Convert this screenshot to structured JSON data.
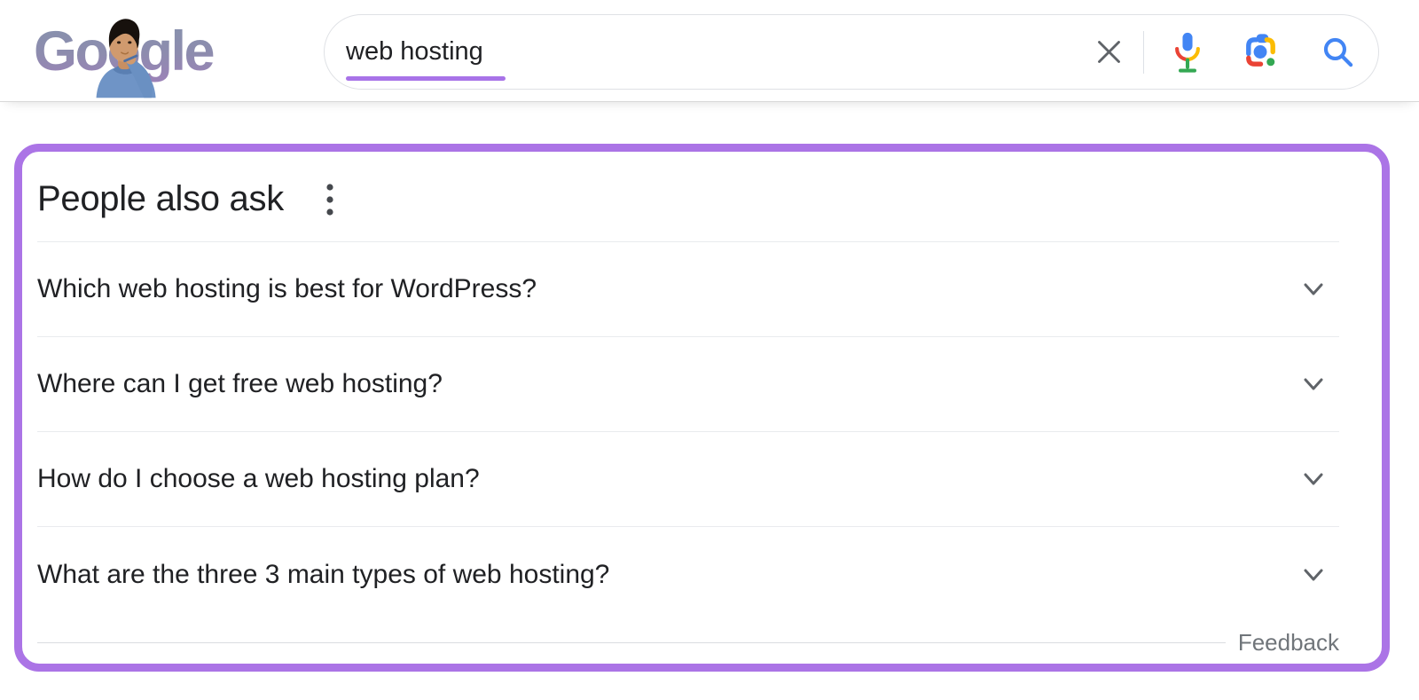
{
  "header": {
    "logo_text": "Google",
    "logo_style": "doodle-muted-with-person-illustration",
    "search": {
      "query": "web hosting",
      "query_highlight": "purple-underline"
    },
    "icons": {
      "clear": "x-close-icon",
      "voice": "microphone-icon",
      "lens": "google-lens-camera-icon",
      "submit": "magnifier-search-icon"
    }
  },
  "paa": {
    "title": "People also ask",
    "menu_icon": "three-dot-vertical-menu-icon",
    "questions": [
      "Which web hosting is best for WordPress?",
      "Where can I get free web hosting?",
      "How do I choose a web hosting plan?",
      "What are the three 3 main types of web hosting?"
    ],
    "row_icon": "chevron-down-icon",
    "feedback_label": "Feedback"
  },
  "colors": {
    "accent_purple": "#ab74e6",
    "text_primary": "#202124",
    "icon_gray": "#5f6368",
    "feedback_gray": "#70757a",
    "divider": "#e9ebee",
    "google_blue": "#4285f4",
    "google_red": "#ea4335",
    "google_yellow": "#fbbc04",
    "google_green": "#34a853"
  }
}
